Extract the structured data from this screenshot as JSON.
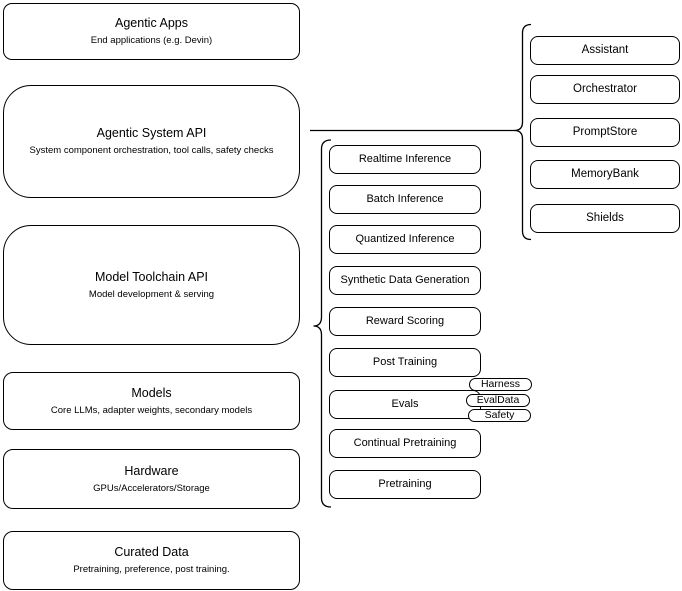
{
  "diagram": {
    "left_stack": [
      {
        "title": "Agentic Apps",
        "subtitle": "End applications (e.g. Devin)"
      },
      {
        "title": "Agentic System API",
        "subtitle": "System component orchestration, tool calls, safety checks"
      },
      {
        "title": "Model Toolchain API",
        "subtitle": "Model development & serving"
      },
      {
        "title": "Models",
        "subtitle": "Core LLMs, adapter weights, secondary models"
      },
      {
        "title": "Hardware",
        "subtitle": "GPUs/Accelerators/Storage"
      },
      {
        "title": "Curated Data",
        "subtitle": "Pretraining, preference, post training."
      }
    ],
    "toolchain_stack": [
      "Realtime Inference",
      "Batch Inference",
      "Quantized Inference",
      "Synthetic Data Generation",
      "Reward Scoring",
      "Post Training",
      "Evals",
      "Continual Pretraining",
      "Pretraining"
    ],
    "system_components": [
      "Assistant",
      "Orchestrator",
      "PromptStore",
      "MemoryBank",
      "Shields"
    ],
    "eval_tags": [
      "Harness",
      "EvalData",
      "Safety"
    ],
    "colors": {
      "stroke": "#000000",
      "background": "#ffffff"
    }
  }
}
